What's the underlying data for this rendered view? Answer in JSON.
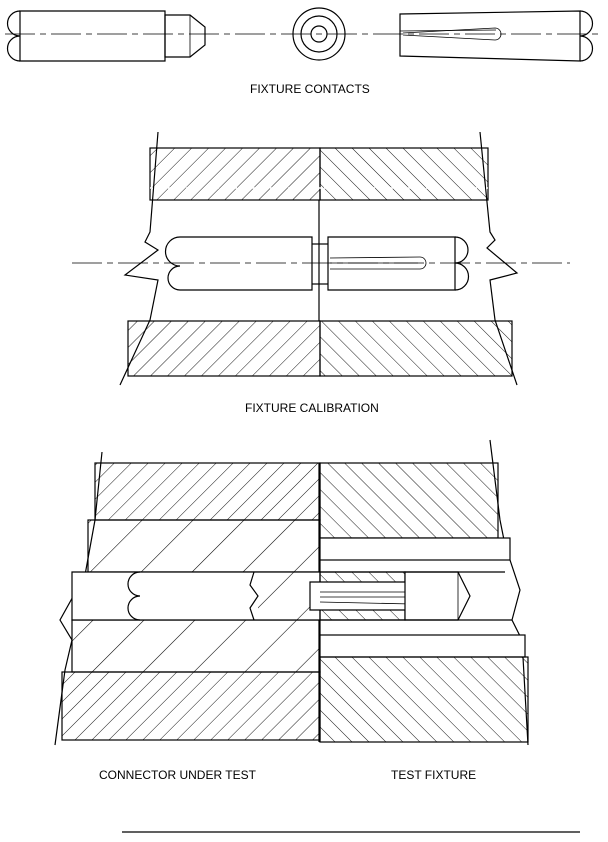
{
  "captions": {
    "fixture_contacts": "FIXTURE CONTACTS",
    "fixture_calibration": "FIXTURE CALIBRATION",
    "connector_under_test": "CONNECTOR UNDER TEST",
    "test_fixture": "TEST FIXTURE"
  }
}
